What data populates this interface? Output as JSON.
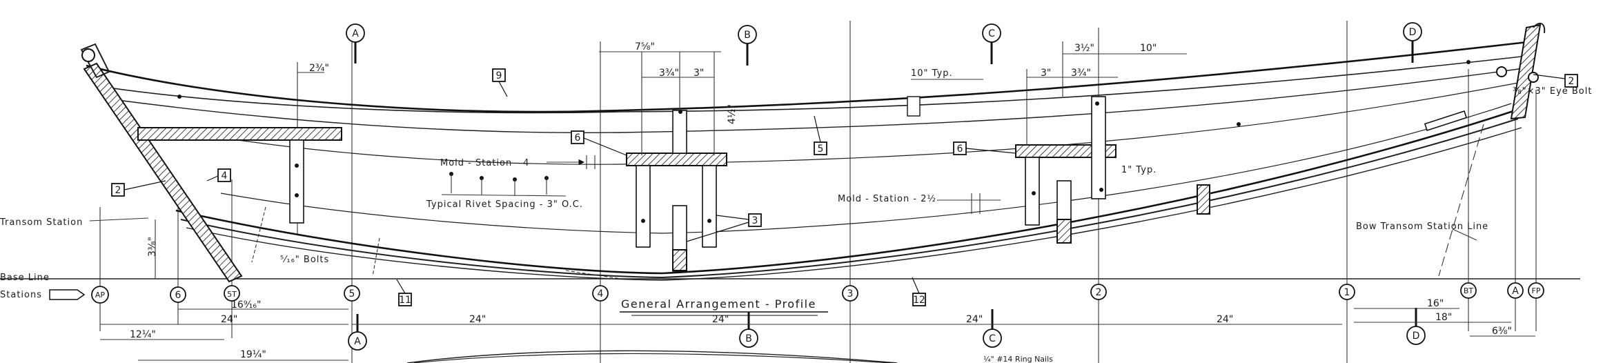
{
  "diagram": {
    "title": "General Arrangement - Profile",
    "section_markers": [
      "A",
      "B",
      "C",
      "D"
    ],
    "station_marks": [
      "AP",
      "6",
      "5T",
      "5",
      "4",
      "3",
      "2",
      "1",
      "BT",
      "A",
      "FP"
    ],
    "part_tags": [
      "9",
      "5",
      "6",
      "6",
      "3",
      "2",
      "4",
      "2",
      "11",
      "12"
    ],
    "callouts": {
      "mold_station_4": "Mold - Station - 4",
      "typical_rivet": "Typical Rivet Spacing - 3\" O.C.",
      "mold_station_2half": "Mold - Station - 2½",
      "one_typ": "1\" Typ.",
      "bolts": "⁵⁄₁₆\" Bolts",
      "eye_bolt": "⅜\"×3\" Eye Bolt",
      "bow_transom": "Bow Transom Station Line",
      "transom_station": "Transom Station",
      "base_line": "Base Line",
      "stations": "Stations",
      "ten_typ": "10\" Typ."
    },
    "dims_top": {
      "d_2_3_4": "2¾\"",
      "d_7_5_8": "7⅝\"",
      "d_3_3_4_b": "3¾\"",
      "d_3_b": "3\"",
      "d_4_1_2": "4½\"",
      "d_3_c": "3\"",
      "d_3_3_4_c": "3¾\"",
      "d_3_1_2": "3½\"",
      "d_10": "10\"",
      "d_3_2_8": "3⅜\""
    },
    "dims_bottom": {
      "d_16_9_16": "16⁹⁄₁₆\"",
      "d_24_a": "24\"",
      "d_24_b": "24\"",
      "d_24_c": "24\"",
      "d_24_d": "24\"",
      "d_24_e": "24\"",
      "d_12_1_4": "12¼\"",
      "d_19_1_4": "19¼\"",
      "d_16": "16\"",
      "d_18": "18\"",
      "d_6_3_8": "6⅜\""
    },
    "cut_note": "¼\" #14 Ring Nails"
  }
}
